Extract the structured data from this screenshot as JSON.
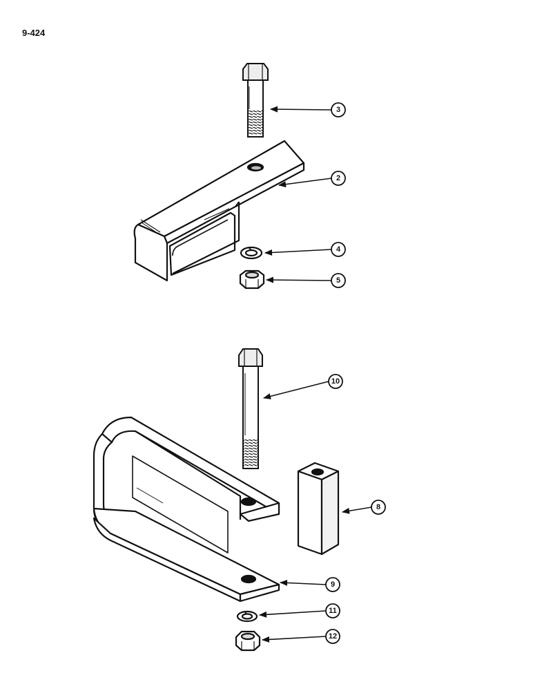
{
  "page": {
    "number": "9-424"
  },
  "callouts": {
    "c2": "2",
    "c3": "3",
    "c4": "4",
    "c5": "5",
    "c8": "8",
    "c9": "9",
    "c10": "10",
    "c11": "11",
    "c12": "12"
  },
  "colors": {
    "ink": "#111111",
    "paper": "#ffffff",
    "shade": "#d8d8d8"
  }
}
